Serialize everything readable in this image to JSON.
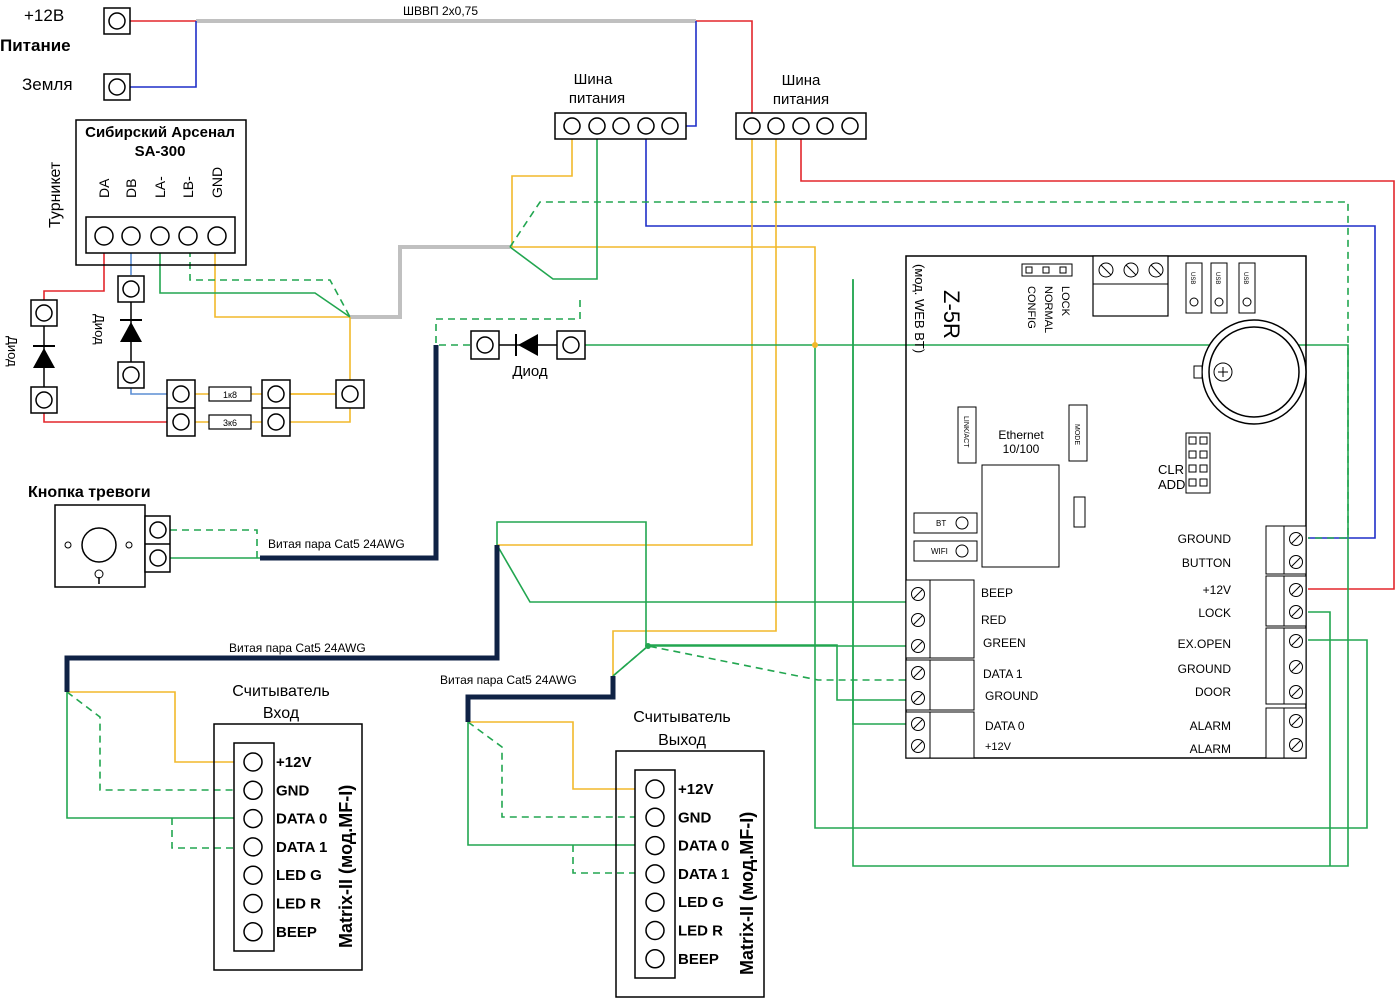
{
  "power": {
    "plus12v": "+12В",
    "title": "Питание",
    "ground": "Земля",
    "cable": "ШВВП 2х0,75"
  },
  "bus_left": {
    "line1": "Шина",
    "line2": "питания"
  },
  "bus_right": {
    "line1": "Шина",
    "line2": "питания"
  },
  "turnstile": {
    "side": "Турникет",
    "title1": "Сибирский Арсенал",
    "title2": "SA-300",
    "terminals": [
      "DA",
      "DB",
      "LA-",
      "LB-",
      "GND"
    ]
  },
  "components": {
    "diode_left": "Диод",
    "diode_right": "Диод",
    "diode_main": "Диод",
    "r1": "1к8",
    "r2": "3к6"
  },
  "alarm": {
    "title": "Кнопка тревоги"
  },
  "cables": {
    "alarm": "Витая пара Cat5 24AWG",
    "entry": "Витая пара Cat5 24AWG",
    "exit": "Витая пара Cat5 24AWG"
  },
  "reader_in": {
    "title1": "Считыватель",
    "title2": "Вход",
    "model": "Matrix-II (мод.MF-I)",
    "pins": [
      "+12V",
      "GND",
      "DATA 0",
      "DATA 1",
      "LED G",
      "LED R",
      "BEEP"
    ]
  },
  "reader_out": {
    "title1": "Считыватель",
    "title2": "Выход",
    "model": "Matrix-II (мод.MF-I)",
    "pins": [
      "+12V",
      "GND",
      "DATA 0",
      "DATA 1",
      "LED G",
      "LED R",
      "BEEP"
    ]
  },
  "controller": {
    "name": "Z-5R",
    "sub": "(мод. WEB BT)",
    "jumpers": [
      "LOCK",
      "NORMAL",
      "CONFIG"
    ],
    "usb": [
      "USB",
      "USB",
      "USB"
    ],
    "link": "LINK/ACT",
    "mode": "MODE",
    "ethernet1": "Ethernet",
    "ethernet2": "10/100",
    "bt": "BT",
    "wifi": "WIFI",
    "clr": "CLR",
    "add": "ADD",
    "left_terms": [
      "BEEP",
      "RED",
      "GREEN",
      "DATA 1",
      "GROUND",
      "DATA 0",
      "+12V"
    ],
    "right_terms": [
      "GROUND",
      "BUTTON",
      "+12V",
      "LOCK",
      "EX.OPEN",
      "GROUND",
      "DOOR",
      "ALARM",
      "ALARM"
    ]
  },
  "colors": {
    "red": "#e3262c",
    "blue": "#1f2fc8",
    "green": "#22a650",
    "yellow": "#f2b92b",
    "gray": "#c0c0c0",
    "navy": "#0f2245"
  }
}
